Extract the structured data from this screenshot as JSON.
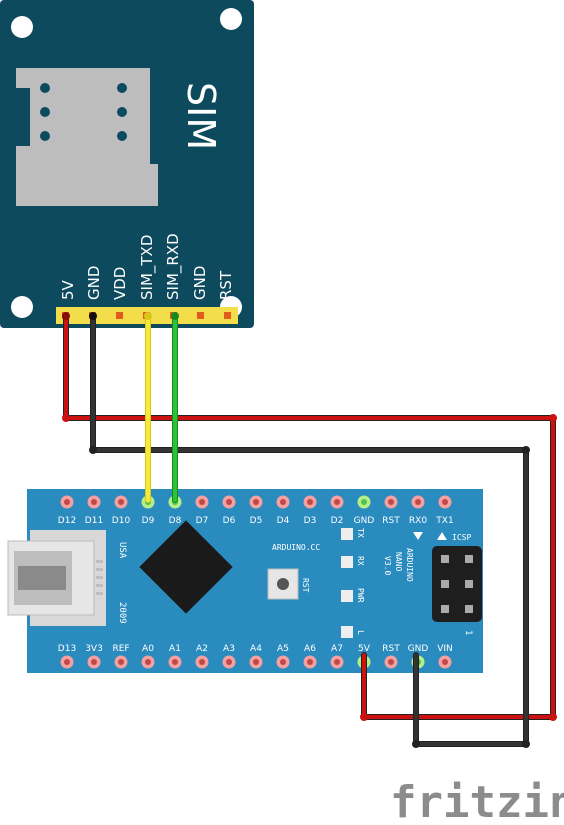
{
  "sim_module": {
    "title": "SIM",
    "pins": [
      "5V",
      "GND",
      "VDD",
      "SIM_TXD",
      "SIM_RXD",
      "GND",
      "RST"
    ],
    "board_color": "#0e4a5e"
  },
  "arduino": {
    "name": "ARDUINO.CC",
    "model": "ARDUINO NANO V3.0",
    "model_lines": [
      "ARDUINO",
      "NANO",
      "V3.0"
    ],
    "usa": "USA",
    "year": "2009",
    "rst": "RST",
    "icsp": "ICSP",
    "icsp_num": "1",
    "leds": [
      "TX",
      "RX",
      "PWR",
      "L"
    ],
    "top_pins": [
      "D12",
      "D11",
      "D10",
      "D9",
      "D8",
      "D7",
      "D6",
      "D5",
      "D4",
      "D3",
      "D2",
      "GND",
      "RST",
      "RX0",
      "TX1"
    ],
    "bottom_pins": [
      "D13",
      "3V3",
      "REF",
      "A0",
      "A1",
      "A2",
      "A3",
      "A4",
      "A5",
      "A6",
      "A7",
      "5V",
      "RST",
      "GND",
      "VIN"
    ],
    "board_color": "#2a8bbf"
  },
  "wires": [
    {
      "from": "SIM 5V",
      "to": "Nano 5V",
      "color": "#cc1111"
    },
    {
      "from": "SIM GND",
      "to": "Nano GND",
      "color": "#222222"
    },
    {
      "from": "SIM_TXD",
      "to": "Nano D9",
      "color": "#f2e22a"
    },
    {
      "from": "SIM_RXD",
      "to": "Nano D8",
      "color": "#22b02a"
    }
  ],
  "logo": "fritzing"
}
